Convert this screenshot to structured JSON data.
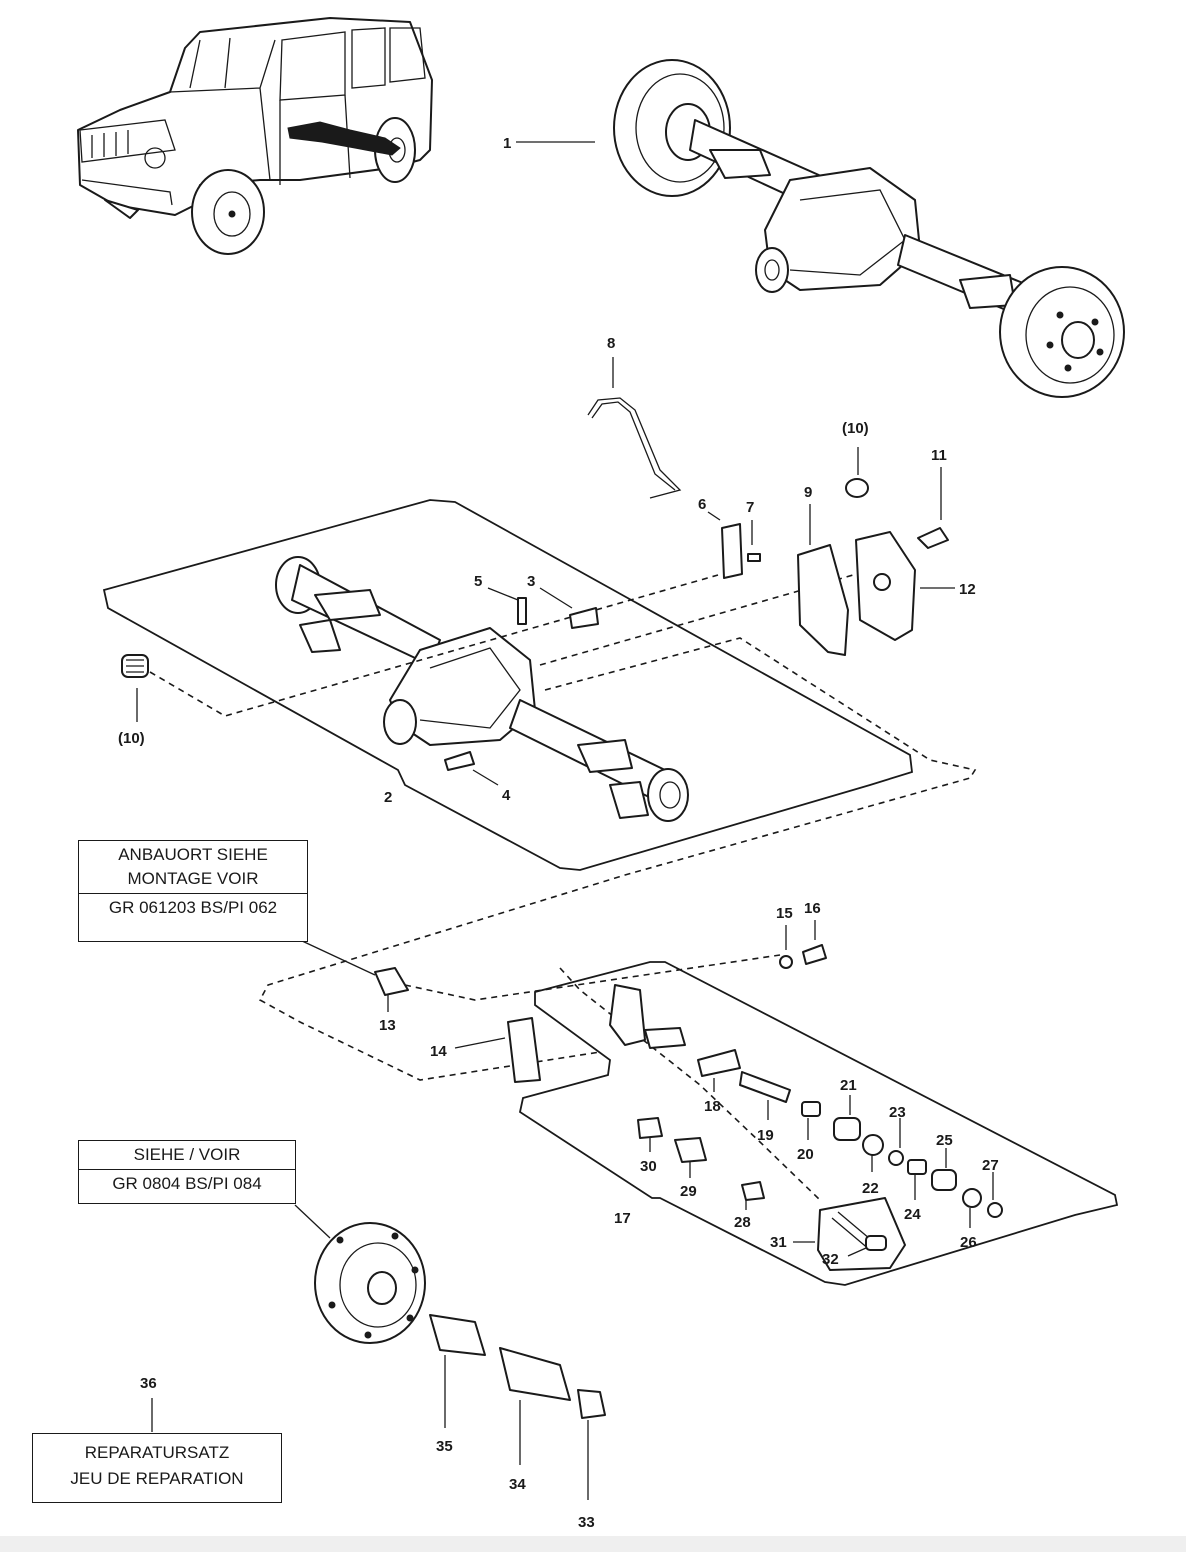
{
  "diagram": {
    "boxes": {
      "anbauort": {
        "line1": "ANBAUORT SIEHE",
        "line2": "MONTAGE VOIR",
        "ref": "GR  061203   BS/PI  062"
      },
      "siehe": {
        "line1": "SIEHE / VOIR",
        "ref": "GR   0804  BS/PI  084"
      },
      "repair": {
        "line1": "REPARATURSATZ",
        "line2": "JEU DE REPARATION"
      }
    },
    "part_numbers": {
      "p1": "1",
      "p2": "2",
      "p3": "3",
      "p4": "4",
      "p5": "5",
      "p6": "6",
      "p7": "7",
      "p8": "8",
      "p9": "9",
      "p10a": "(10)",
      "p10b": "(10)",
      "p11": "11",
      "p12": "12",
      "p13": "13",
      "p14": "14",
      "p15": "15",
      "p16": "16",
      "p17": "17",
      "p18": "18",
      "p19": "19",
      "p20": "20",
      "p21": "21",
      "p22": "22",
      "p23": "23",
      "p24": "24",
      "p25": "25",
      "p26": "26",
      "p27": "27",
      "p28": "28",
      "p29": "29",
      "p30": "30",
      "p31": "31",
      "p32": "32",
      "p33": "33",
      "p34": "34",
      "p35": "35",
      "p36": "36"
    }
  }
}
